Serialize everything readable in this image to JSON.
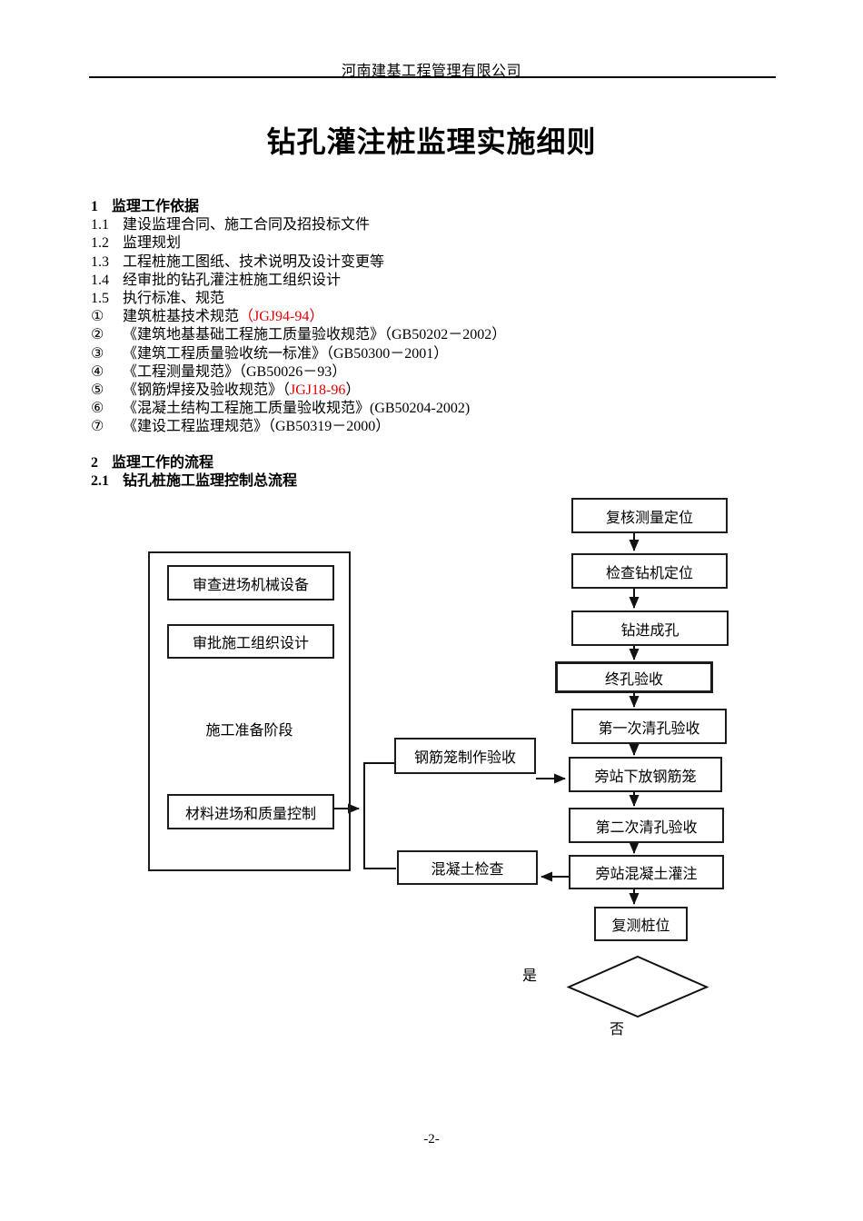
{
  "colors": {
    "red": "#e00000",
    "text": "#000000",
    "line": "#1c1c1c"
  },
  "header": {
    "company": "河南建基工程管理有限公司"
  },
  "title": "钻孔灌注桩监理实施细则",
  "section1": {
    "number": "1",
    "heading": "监理工作依据",
    "items": [
      {
        "num": "1.1",
        "text": "建设监理合同、施工合同及招投标文件"
      },
      {
        "num": "1.2",
        "text": "监理规划"
      },
      {
        "num": "1.3",
        "text": "工程桩施工图纸、技术说明及设计变更等"
      },
      {
        "num": "1.4",
        "text": "经审批的钻孔灌注桩施工组织设计"
      },
      {
        "num": "1.5",
        "text": "执行标准、规范"
      }
    ],
    "standards": [
      {
        "num": "①",
        "pre": "建筑桩基技术规范",
        "red": "（JGJ94-94）",
        "post": ""
      },
      {
        "num": "②",
        "pre": "《建筑地基基础工程施工质量验收规范》（GB50202－2002）",
        "red": "",
        "post": ""
      },
      {
        "num": "③",
        "pre": "《建筑工程质量验收统一标准》（GB50300－2001）",
        "red": "",
        "post": ""
      },
      {
        "num": "④",
        "pre": "《工程测量规范》（GB50026－93）",
        "red": "",
        "post": ""
      },
      {
        "num": "⑤",
        "pre": "《钢筋焊接及验收规范》（",
        "red": "JGJ18-96",
        "post": "）"
      },
      {
        "num": "⑥",
        "pre": "《混凝土结构工程施工质量验收规范》(GB50204-2002)",
        "red": "",
        "post": ""
      },
      {
        "num": "⑦",
        "pre": "《建设工程监理规范》（GB50319－2000）",
        "red": "",
        "post": ""
      }
    ]
  },
  "section2": {
    "number": "2",
    "heading": "监理工作的流程",
    "sub_number": "2.1",
    "sub_heading": "钻孔桩施工监理控制总流程"
  },
  "flowchart": {
    "left_panel_label": "施工准备阶段",
    "nodes": {
      "review_equipment": "审查进场机械设备",
      "approve_org_design": "审批施工组织设计",
      "material_quality": "材料进场和质量控制",
      "cage_fabrication": "钢筋笼制作验收",
      "concrete_check": "混凝土检查",
      "recheck_survey": "复核测量定位",
      "check_rig": "检查钻机定位",
      "drilling": "钻进成孔",
      "final_hole": "终孔验收",
      "first_cleaning": "第一次清孔验收",
      "cage_lowering": "旁站下放钢筋笼",
      "second_cleaning": "第二次清孔验收",
      "concrete_pouring": "旁站混凝土灌注",
      "recheck_pile": "复测桩位"
    },
    "decision": {
      "yes": "是",
      "no": "否"
    }
  },
  "footer": {
    "page_number": "-2-"
  }
}
